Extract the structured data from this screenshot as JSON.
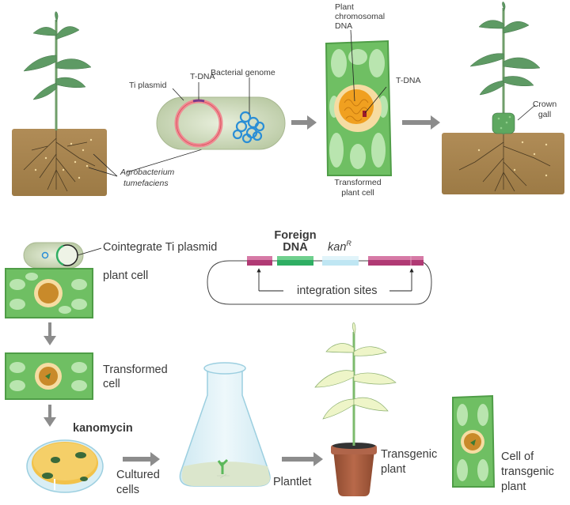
{
  "diagram": {
    "title": "Agrobacterium-mediated plant transformation",
    "colors": {
      "soil": "#a7834f",
      "plant_leaf": "#5e9a64",
      "cell_green": "#6fbf63",
      "cell_light": "#c7ecbd",
      "bacterium": "#c9d7b5",
      "ti_plasmid": "#ef8a92",
      "bacterial_genome": "#2a8ed6",
      "nucleus_orange": "#f0a020",
      "arrow_gray": "#8c8c8c",
      "foreign_dna": "#2fae63",
      "kanR": "#bfe6f3",
      "integration_site": "#b03a74",
      "flask": "#d9eef5",
      "pot": "#a7583a",
      "dish_medium": "#f2c24a"
    },
    "top_panel": {
      "labels": {
        "ti_plasmid": "Ti plasmid",
        "t_dna": "T-DNA",
        "bacterial_genome": "Bacterial genome",
        "agrobacterium_line1": "Agrobacterium",
        "agrobacterium_line2": "tumefaciens",
        "plant_chromosomal_line1": "Plant",
        "plant_chromosomal_line2": "chromosomal",
        "plant_chromosomal_line3": "DNA",
        "t_dna_cell": "T-DNA",
        "transformed_plant_cell_line1": "Transformed",
        "transformed_plant_cell_line2": "plant cell",
        "crown_gall_line1": "Crown",
        "crown_gall_line2": "gall"
      }
    },
    "bottom_panel": {
      "labels": {
        "cointegrate": "Cointegrate Ti plasmid",
        "plant_cell": "plant cell",
        "foreign_line1": "Foreign",
        "foreign_line2": "DNA",
        "kan": "kan",
        "kan_sup": "R",
        "integration_sites": "integration sites",
        "transformed_cell_line1": "Transformed",
        "transformed_cell_line2": "cell",
        "kanomycin": "kanomycin",
        "cultured_line1": "Cultured",
        "cultured_line2": "cells",
        "plantlet": "Plantlet",
        "transgenic_plant_line1": "Transgenic",
        "transgenic_plant_line2": "plant",
        "cell_transgenic_line1": "Cell of",
        "cell_transgenic_line2": "transgenic",
        "cell_transgenic_line3": "plant"
      }
    }
  }
}
